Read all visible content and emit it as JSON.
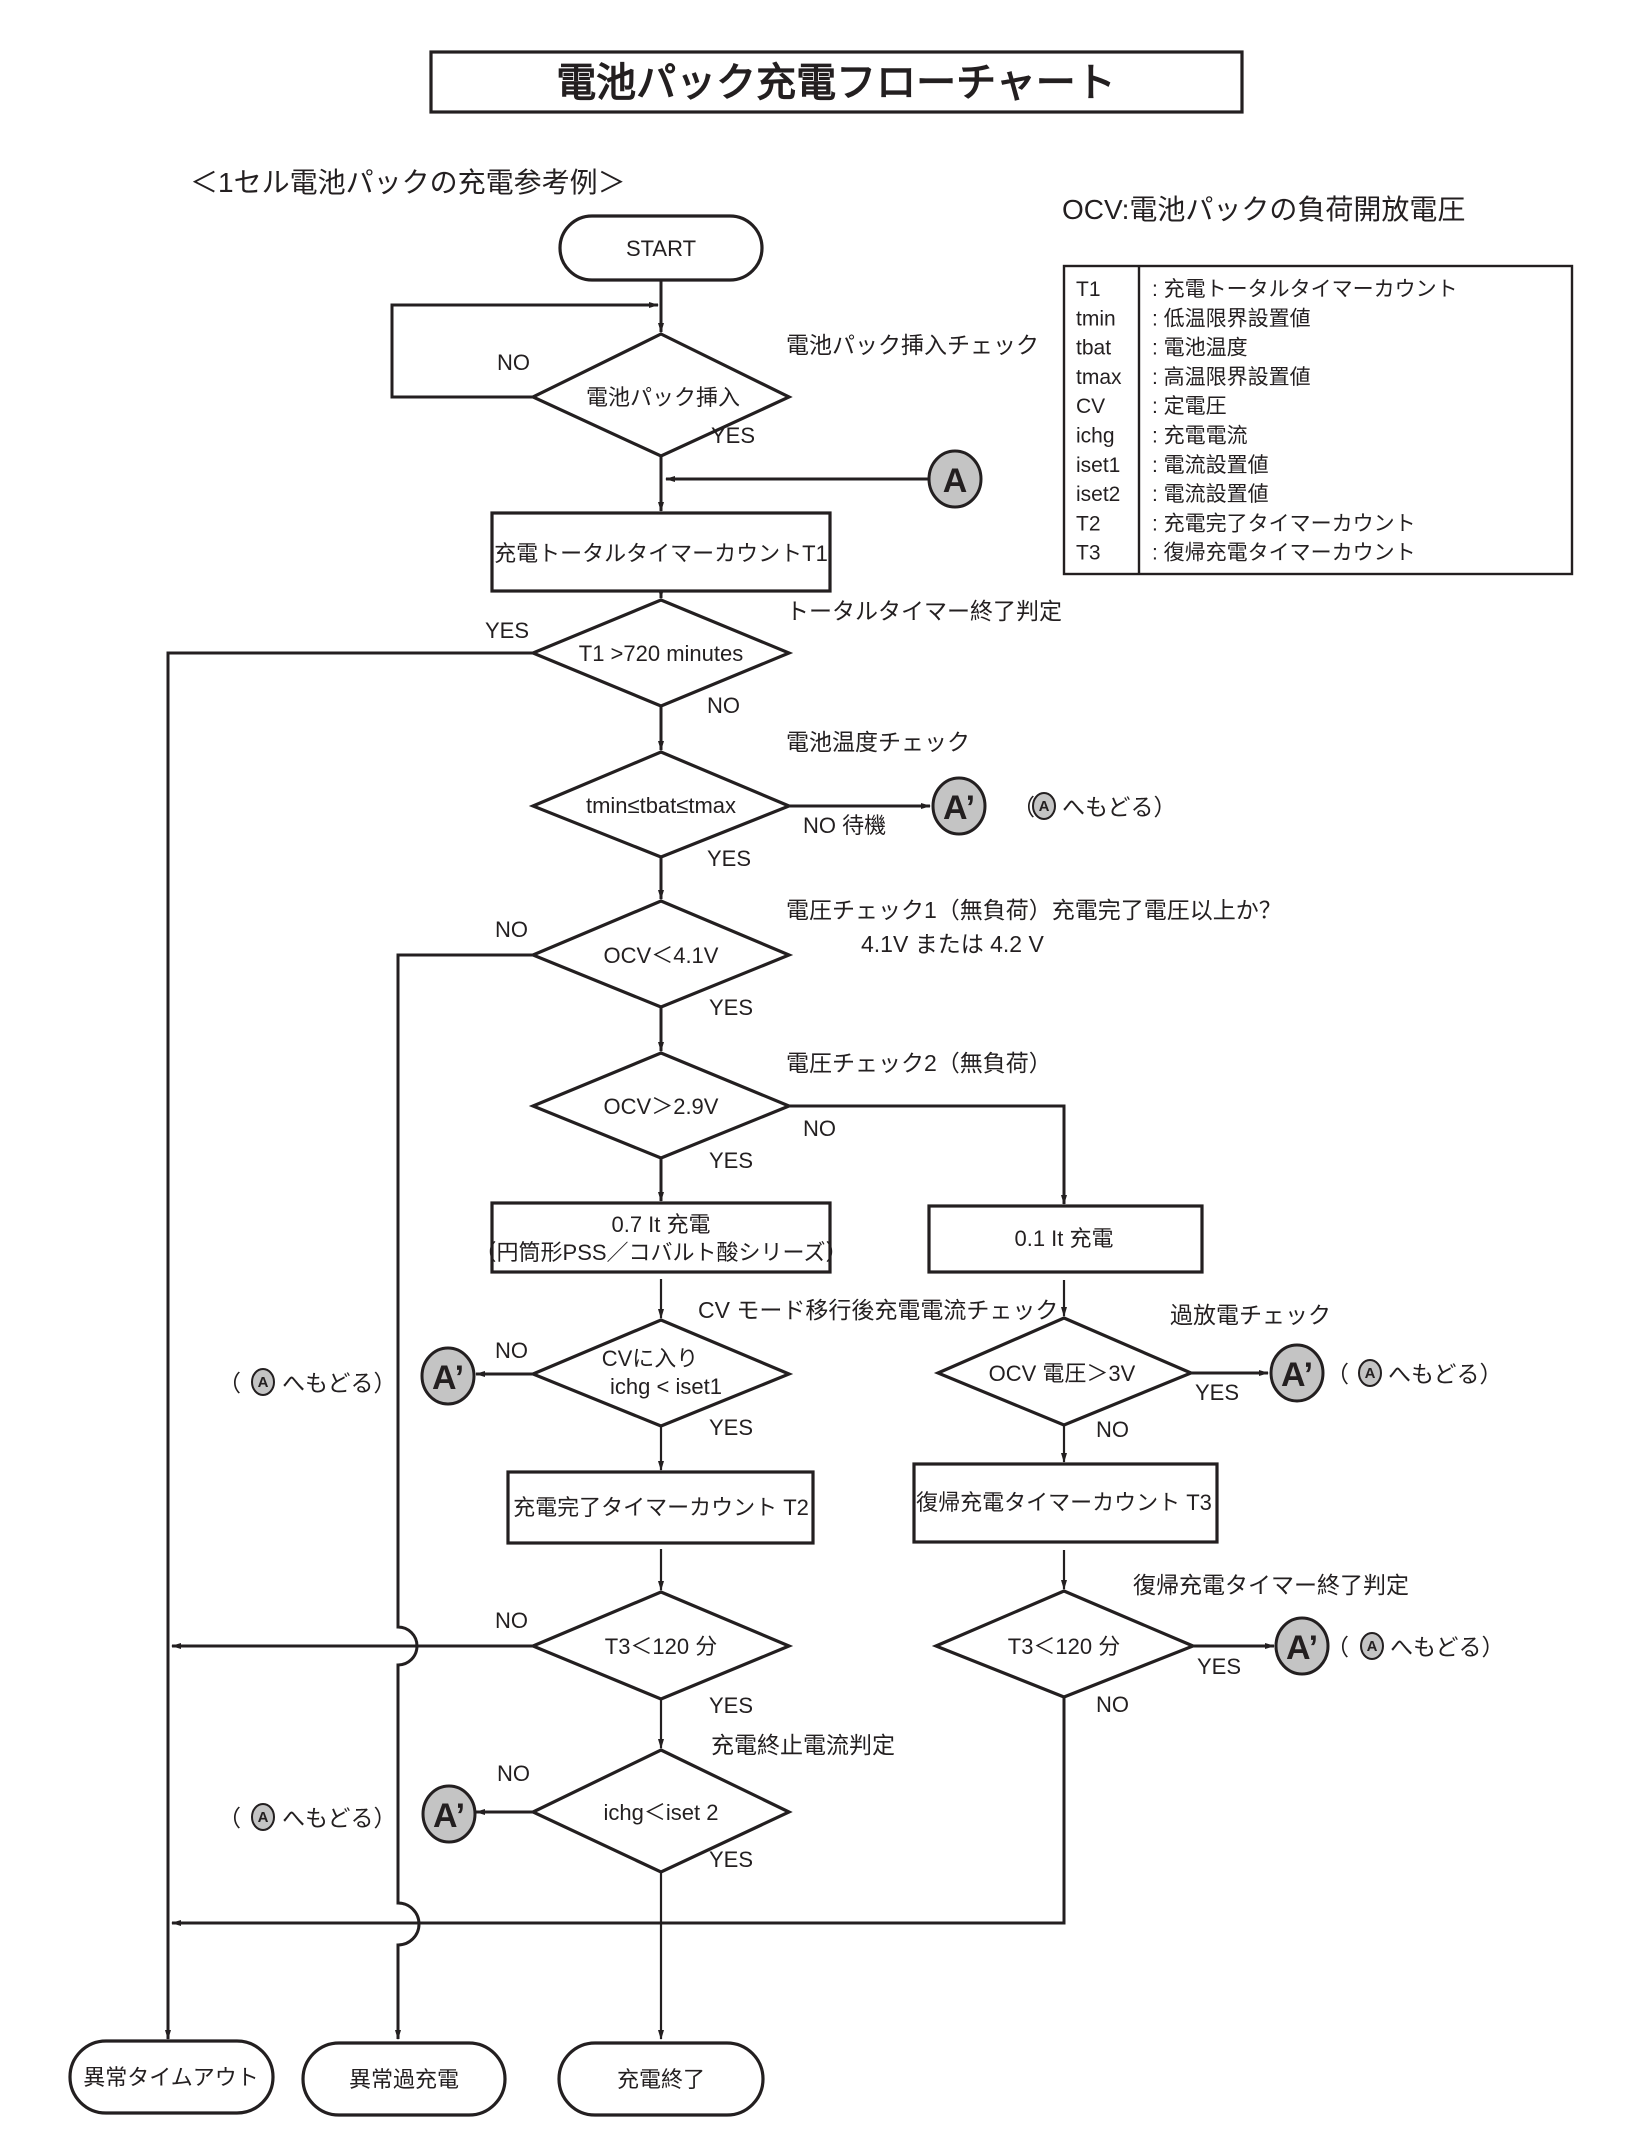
{
  "title": "電池パック充電フローチャート",
  "subtitle": "＜1セル電池パックの充電参考例＞",
  "ocv_definition": "OCV:電池パックの負荷開放電圧",
  "legend": [
    {
      "symbol": "T1",
      "desc": ": 充電トータルタイマーカウント"
    },
    {
      "symbol": "tmin",
      "desc": ": 低温限界設置値"
    },
    {
      "symbol": "tbat",
      "desc": ": 電池温度"
    },
    {
      "symbol": "tmax",
      "desc": ": 高温限界設置値"
    },
    {
      "symbol": "CV",
      "desc": ": 定電圧"
    },
    {
      "symbol": "ichg",
      "desc": ": 充電電流"
    },
    {
      "symbol": "iset1",
      "desc": ": 電流設置値"
    },
    {
      "symbol": "iset2",
      "desc": ": 電流設置値"
    },
    {
      "symbol": "T2",
      "desc": ": 充電完了タイマーカウント"
    },
    {
      "symbol": "T3",
      "desc": ": 復帰充電タイマーカウント"
    }
  ],
  "labels": {
    "yes": "YES",
    "no": "NO",
    "no_wait": "NO  待機"
  },
  "connector": {
    "a": "A",
    "a_prime": "A’",
    "return_prefix": "（",
    "return_suffix": "へもどる）"
  },
  "nodes": {
    "start": "START",
    "d_insert": "電池パック挿入",
    "p_t1": "充電トータルタイマーカウントT1",
    "d_t1": "T1 >720 minutes",
    "d_temp": "tmin≤tbat≤tmax",
    "d_ocv41": "OCV＜4.1V",
    "d_ocv29": "OCV＞2.9V",
    "p_07it_line1": "0.7 It 充電",
    "p_07it_line2": "（円筒形PSS／コバルト酸シリーズ）",
    "p_01it": "0.1 It 充電",
    "d_cv_line1": "CVに入り",
    "d_cv_line2": "ichg < iset1",
    "d_ocv3": "OCV 電圧＞3V",
    "p_t2": "充電完了タイマーカウント T2",
    "p_t3": "復帰充電タイマーカウント T3",
    "d_t3_left": "T3＜120 分",
    "d_t3_right": "T3＜120 分",
    "d_iset2": "ichg＜iset 2",
    "end_timeout": "異常タイムアウト",
    "end_overcharge": "異常過充電",
    "end_done": "充電終了"
  },
  "annotations": {
    "insert_check": "電池パック挿入チェック",
    "total_timer_judge": "トータルタイマー終了判定",
    "temp_check": "電池温度チェック",
    "voltage_check1": "電圧チェック1（無負荷）充電完了電圧以上か？",
    "voltage_check1_sub": "4.1V または 4.2 V",
    "voltage_check2": "電圧チェック2（無負荷）",
    "cv_current_check": "CV モード移行後充電電流チェック",
    "overdischarge_check": "過放電チェック",
    "recovery_timer_judge": "復帰充電タイマー終了判定",
    "end_current_judge": "充電終止電流判定"
  }
}
